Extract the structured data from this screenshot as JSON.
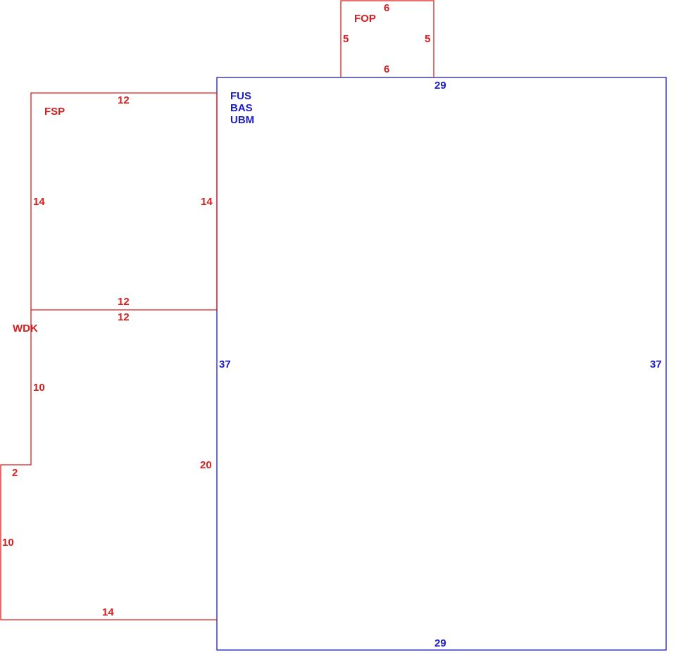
{
  "colors": {
    "addition": "#d61e1e",
    "main": "#1c1cc4"
  },
  "areas": {
    "fop": {
      "code": "FOP",
      "dims": {
        "top": "6",
        "bottom": "6",
        "left": "5",
        "right": "5"
      }
    },
    "fsp": {
      "code": "FSP",
      "dims": {
        "top": "12",
        "bottom": "12",
        "left": "14",
        "right": "14"
      }
    },
    "wdk": {
      "code": "WDK",
      "dims": {
        "top": "12",
        "left_upper": "10",
        "step": "2",
        "left_lower": "10",
        "bottom": "14",
        "right": "20"
      }
    },
    "main": {
      "codes": [
        "FUS",
        "BAS",
        "UBM"
      ],
      "dims": {
        "top": "29",
        "bottom": "29",
        "left": "37",
        "right": "37"
      }
    }
  }
}
